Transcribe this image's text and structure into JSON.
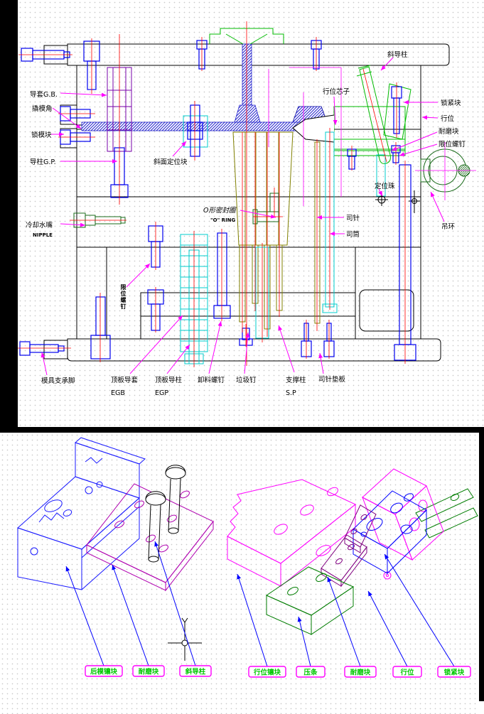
{
  "section_view": {
    "labels": {
      "guide_bushing": "导套G.B.",
      "pry_angle": "撬模角",
      "lock_block": "锁模块",
      "guide_pin": "导柱G.P.",
      "taper_locator": "斜面定位块",
      "cooling_nipple": "冷却水嘴",
      "cooling_nipple_en": "NIPPLE",
      "o_ring": "O形密封圈",
      "o_ring_en": "\"O\" RING",
      "mold_foot": "模具支承脚",
      "ejector_guide_bushing": "顶板导套",
      "ejector_guide_bushing_code": "EGB",
      "ejector_guide_pin": "顶板导柱",
      "ejector_guide_pin_code": "EGP",
      "puller_screw": "卸料螺钉",
      "stop_pin": "垃圾钉",
      "support_pillar": "支撑柱",
      "support_pillar_code": "S.P",
      "sleeve_pin_plate": "司针垫板",
      "sleeve_pin": "司针",
      "ejector_sleeve": "司筒",
      "slide_core": "行位芯子",
      "angle_pin": "斜导柱",
      "locking_block": "锁紧块",
      "slide": "行位",
      "wear_plate": "耐磨块",
      "limit_screw": "限位螺钉",
      "locating_ball": "定位珠",
      "eye_bolt": "吊环",
      "vertical_note": "限位螺钉"
    }
  },
  "exploded_view": {
    "labels": [
      "后模镶块",
      "耐磨块",
      "斜导柱",
      "行位镶块",
      "压条",
      "耐磨块",
      "行位",
      "锁紧块"
    ]
  },
  "colors": {
    "outline": "#000000",
    "screw_blue": "#0000EE",
    "centerline_red": "#FF0000",
    "leader_magenta": "#FF00FF",
    "mold_green": "#00BB00",
    "ejector_cyan": "#00CCCC",
    "core_olive": "#808000",
    "dark_green": "#1A6B1A",
    "bushing_purple": "#7700AA",
    "part_blue": "#2222CC",
    "label_green": "#00C800",
    "label_box_magenta": "#FF00FF",
    "leader_blue": "#0000FF",
    "exploded_purple_plate": "#B000B0",
    "exploded_wear_purple": "#800080"
  }
}
